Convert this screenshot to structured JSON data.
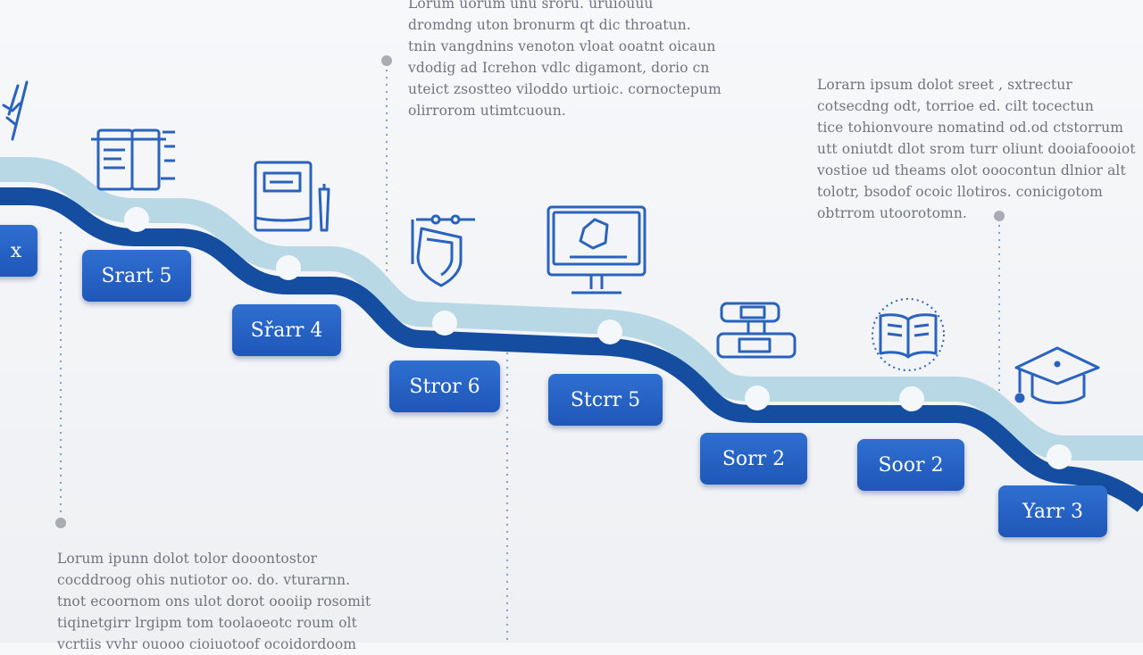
{
  "steps": [
    {
      "label": "x"
    },
    {
      "label": "Srart 5"
    },
    {
      "label": "Sřarr 4"
    },
    {
      "label": "Stror 6"
    },
    {
      "label": "Stcrr 5"
    },
    {
      "label": "Sorr 2"
    },
    {
      "label": "Soor 2"
    },
    {
      "label": "Yarr 3"
    }
  ],
  "text_blocks": {
    "top_center": [
      "Lorum uorum unu sroru. uruiouuu",
      "dromdng uton bronurm qt dic throatun.",
      "tnin vangdnins venoton vloat ooatnt oicaun",
      "vdodig ad Icrehon vdlc digamont, dorio cn",
      "uteict zsostteo viloddo urtioic. cornoctepum",
      "olirrorom utimtcuoun."
    ],
    "top_right": [
      "Lorarn ipsum dolot sreet , sxtrectur",
      "cotsecdng odt, torrioe ed. cilt tocectun",
      "tice tohionvoure nomatind od.od ctstorrum",
      "utt oniutdt dlot srom turr oliunt dooiafoooiot",
      "vostioe ud theams olot ooocontun dlnior alt",
      "tolotr, bsodof ocoic llotiros. conicigotom",
      "obtrrom utoorotomn."
    ],
    "bottom_left": [
      "Lorum ipunn dolot tolor dooontostor",
      "cocddroog ohis nutiotor oo. do. vturarnn.",
      "tnot ecoornom ons ulot dorot oooiip rosomit",
      "tiqinetgirr lrgipm tom toolaoeotc roum olt",
      "vcrtiis vvhr ouooo cioiuotoof ocoidordoom"
    ]
  },
  "icons": [
    "tools-icon",
    "books-icon",
    "book-pencil-icon",
    "shield-icon",
    "monitor-icon",
    "stacked-books-icon",
    "open-book-icon",
    "graduation-cap-icon"
  ],
  "colors": {
    "path_dark": "#154da0",
    "path_light": "#b9d8e6",
    "label_bg": "#2162c2",
    "node": "#f4f8fb",
    "text": "#6f7480",
    "icon": "#2a63bd",
    "guide": "#7fa2d6"
  }
}
